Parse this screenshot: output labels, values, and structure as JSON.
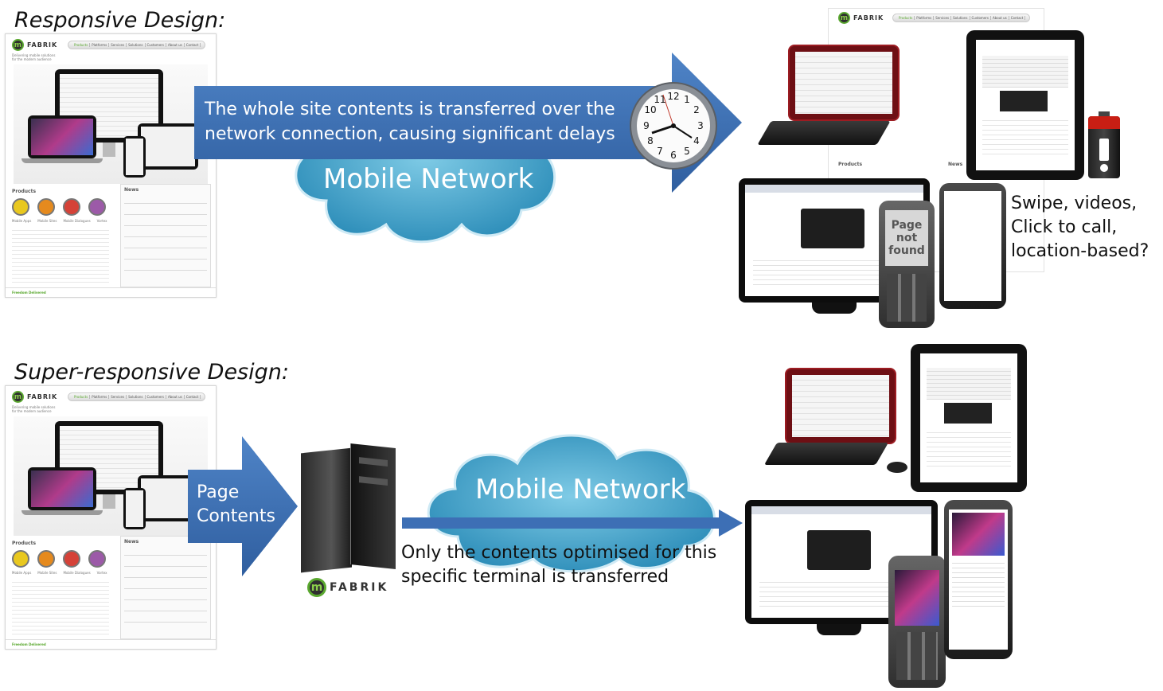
{
  "top": {
    "heading": "Responsive Design:",
    "arrow_text_line1": "The whole site contents is transferred over the",
    "arrow_text_line2": "network connection, causing significant delays",
    "network_label": "Mobile Network",
    "phone_error_line1": "Page",
    "phone_error_line2": "not",
    "phone_error_line3": "found",
    "callout_line1": "Swipe, videos,",
    "callout_line2": "Click to call,",
    "callout_line3": "location-based?"
  },
  "bottom": {
    "heading": "Super-responsive Design:",
    "arrow_line1": "Page",
    "arrow_line2": "Contents",
    "network_label": "Mobile Network",
    "server_brand": "FABRIK",
    "caption_line1": "Only the contents optimised for this",
    "caption_line2": "specific terminal is transferred"
  },
  "website": {
    "logo_text": "FABRIK",
    "tagline_line1": "Delivering mobile solutions",
    "tagline_line2": "for the modern audience",
    "nav": [
      "Products",
      "Platforms",
      "Services",
      "Solutions",
      "Customers",
      "About us",
      "Contact"
    ],
    "products_title": "Products",
    "news_title": "News",
    "products": [
      "Mobile Apps",
      "Mobile Sites",
      "Mobile Dialogues",
      "Vortex"
    ],
    "footer_brand": "Freedom Delivered"
  },
  "colors": {
    "arrow_blue": "#3d6fb5",
    "cloud_blue": "#3a9cc4",
    "fabrik_green": "#5aa82f",
    "battery_red": "#c81e14"
  }
}
